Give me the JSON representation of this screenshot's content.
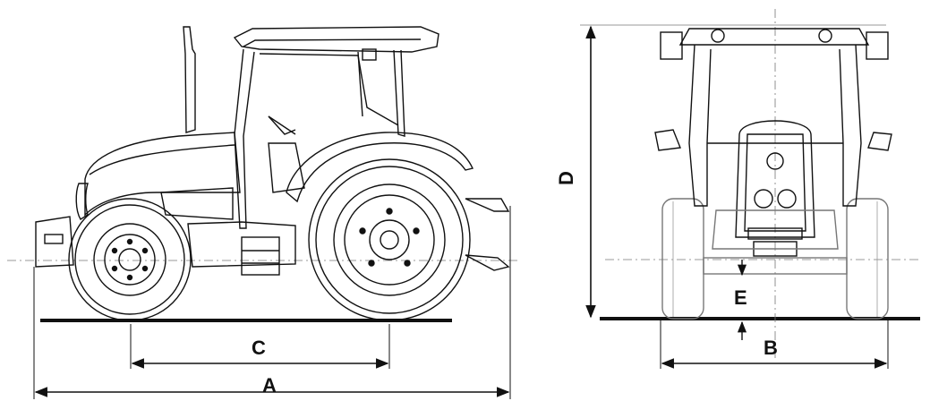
{
  "dimension_labels": {
    "a": "A",
    "b": "B",
    "c": "C",
    "d": "D",
    "e": "E"
  },
  "colors": {
    "line": "#111111",
    "fill": "#ffffff",
    "light": "#777777"
  }
}
